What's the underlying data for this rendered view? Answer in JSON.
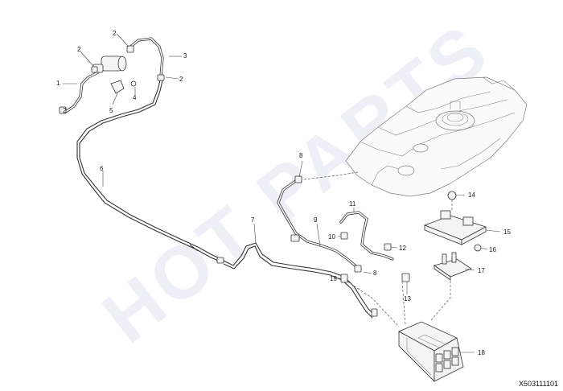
{
  "watermark": "HOT PARTS",
  "document_id": "X503111101",
  "callouts": [
    {
      "id": "c1",
      "label": "1"
    },
    {
      "id": "c2a",
      "label": "2"
    },
    {
      "id": "c2b",
      "label": "2"
    },
    {
      "id": "c2c",
      "label": "2"
    },
    {
      "id": "c2d",
      "label": "2"
    },
    {
      "id": "c3",
      "label": "3"
    },
    {
      "id": "c4",
      "label": "4"
    },
    {
      "id": "c5",
      "label": "5"
    },
    {
      "id": "c6",
      "label": "6"
    },
    {
      "id": "c7",
      "label": "7"
    },
    {
      "id": "c8a",
      "label": "8"
    },
    {
      "id": "c8b",
      "label": "8"
    },
    {
      "id": "c9",
      "label": "9"
    },
    {
      "id": "c10",
      "label": "10"
    },
    {
      "id": "c11",
      "label": "11"
    },
    {
      "id": "c12",
      "label": "12"
    },
    {
      "id": "c13",
      "label": "13"
    },
    {
      "id": "c14",
      "label": "14"
    },
    {
      "id": "c15",
      "label": "15"
    },
    {
      "id": "c16",
      "label": "16"
    },
    {
      "id": "c17",
      "label": "17"
    },
    {
      "id": "c18",
      "label": "18"
    },
    {
      "id": "c19",
      "label": "19"
    }
  ]
}
